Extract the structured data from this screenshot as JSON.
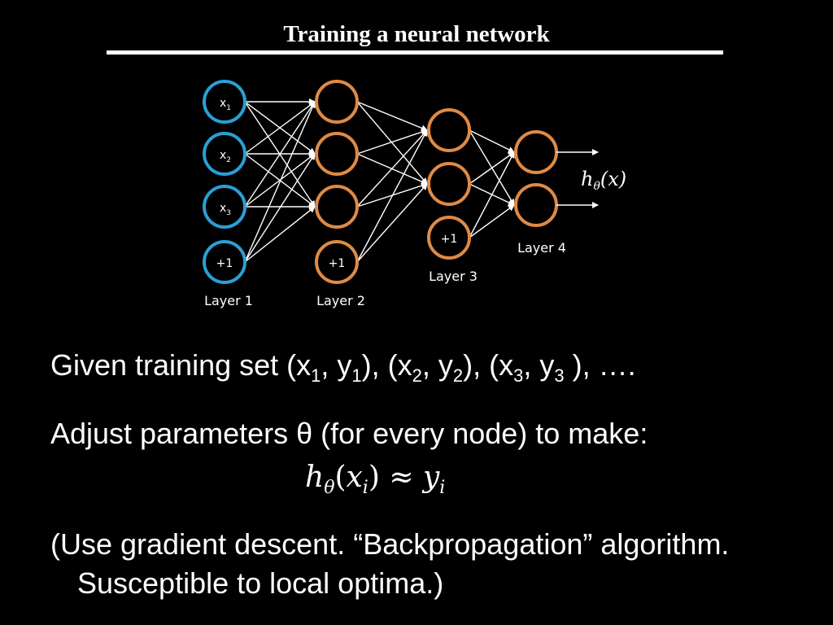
{
  "slide": {
    "title": "Training a neural network"
  },
  "diagram": {
    "layer1": {
      "label": "Layer 1",
      "nodes": [
        {
          "main": "x",
          "sub": "1"
        },
        {
          "main": "x",
          "sub": "2"
        },
        {
          "main": "x",
          "sub": "3"
        },
        {
          "main": "+1",
          "sub": ""
        }
      ]
    },
    "layer2": {
      "label": "Layer 2",
      "bias": "+1"
    },
    "layer3": {
      "label": "Layer 3",
      "bias": "+1"
    },
    "layer4": {
      "label": "Layer 4"
    },
    "output": {
      "h": "h",
      "theta": "θ",
      "x": "(x)"
    },
    "colors": {
      "input": "#2a9fd6",
      "hidden": "#e08a44",
      "edge": "#ffffff"
    }
  },
  "body": {
    "line1": {
      "prefix": "Given training set (x",
      "s1": "1",
      "t1": ", y",
      "s2": "1",
      "t2": "), (x",
      "s3": "2",
      "t3": ", y",
      "s4": "2",
      "t4": "), (x",
      "s5": "3",
      "t5": ", y",
      "s6": "3",
      "t6": " ), …."
    },
    "line2": "Adjust parameters θ (for every node) to make:",
    "formula": {
      "h": "h",
      "theta": "θ",
      "open": "(",
      "x": "x",
      "i": "i",
      "close": ")",
      "approx": " ≈ ",
      "y": "y",
      "i2": "i"
    },
    "line3": "(Use gradient descent. “Backpropagation” algorithm.",
    "line4": "Susceptible to local optima.)"
  }
}
